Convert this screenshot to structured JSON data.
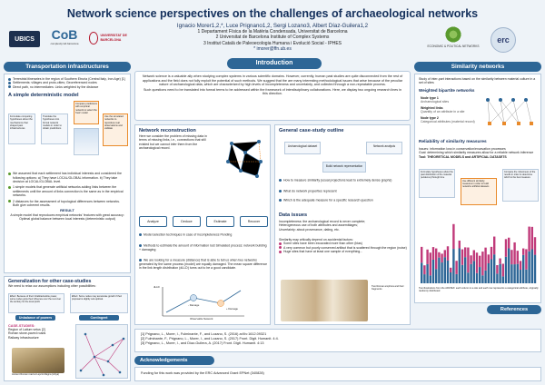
{
  "header": {
    "title": "Network science perspectives on the challenges of archaeological networks",
    "authors": "Ignacio Morer1,2,*, Luce Prignano1,2, Sergi Lozano3, Albert Díaz-Guilera1,2",
    "affiliations": [
      "1 Departament Física de la Matèria Condensada, Universitat de Barcelona",
      "2 Universitat de Barcelona Institute of Complex Systems",
      "3 Institut Català de Paleoecologia Humana i Evolució Social - IPHES",
      "* imorer@ffn.ub.es"
    ],
    "logos": {
      "ubics": "UBICS",
      "cob": "CoB",
      "cob_sub": "complexity lab barcelona",
      "ub": "UNIVERSITAT DE BARCELONA",
      "epn": "ECONOMIC & POLITICAL NETWORKS",
      "erc": "erc"
    }
  },
  "intro": {
    "title": "Introduction",
    "p1": "Network science is a valuable ally when studying complex systems in various scientific domains. However, currently, human past studies are quite disconnected from the rest of applications and the field does not fully exploit the potential of such methods. We suggest that the are many interesting methodological issues that arise because of the peculiar nature of archaeological data, which are characterized by high levels of incompleteness and uncertainty, and collected through a non-repeatable process.",
    "p2": "Such questions need to be translated into formal terms to be addressed within the framework of interdisciplinary collaborations. Here, we display two ongoing research lines in this direction."
  },
  "transport": {
    "title": "Transportation infrastructures",
    "bullets": [
      "Terrestrial itineraries in the region of Southern Etruria (Central Italy, Iron Age) [1]",
      "Settlements: villages and proto-cities; Georeferenced nodes",
      "Direct path, no intermediates: Links weighted by the distance"
    ],
    "model_title": "A simple deterministic model",
    "node_a": "Formulate competing hypotheses about the mechanisms that shaped past infrastructures",
    "node_b": "Translate the hypotheses into formal network models in order to obtain predictions",
    "node_c": "Compare predictions with empirical network to select the 'best' model",
    "node_d": "Use the simulated networks to reproduce real observations and validate",
    "p1": "We assumed that each settlement has individual interests and considered the following options: a) They have LOCAL/GLOBAL information. b) They take decision at LOCAL/GLOBAL level.",
    "p2": "1 simple models that generate artificial networks adding links between the settlements until the amount of links connection is the same as in the empirical networks.",
    "p3": "2 distances for the assessment of topological differences between networks. Both give coherent results.",
    "result_label": "RESULT",
    "result": "A simple model that reproduces empirical networks' features with great accuracy: Optimal global balance between local interests (deterministic output)"
  },
  "generalization": {
    "title": "Generalization for other case-studies",
    "sub": "We need to relax our assumptions including other possibilities:",
    "effect": "Effect: Because of their inhabitants/elite power, some nodes grow their influence over the rest over the territory for the local profit.",
    "flexibility": "Flexibility: as a function of their different arch. attachment mechanisms. some local adjustment mechanisms may act.",
    "power_label": "Unbalance of powers",
    "circ_text": "Effect: Some nodes may accelerate growth if their proposal is slightly sub-optimal.",
    "circ_text2": "Historical: as some travel paths in time a predominance the parameter in the search for the optimal line.",
    "circ_label": "Contingent circumstances",
    "cases_label": "CASE-STUDIES:",
    "cases": [
      "Region of Latium vetus [2]",
      "Roman stone-paved roads",
      "Railway infrastructure"
    ],
    "photo_caption": "Ancient Roman road at Lepcis Magna (Libya)"
  },
  "reconstruction": {
    "title": "Network reconstruction",
    "text": "Here we consider the problem of missing data in terms of missing links, i.e., connections that still existed but we cannot infer them from the archaeological record.",
    "steps": [
      "Analyze",
      "Deduce",
      "Estimate",
      "Recover"
    ],
    "b1": "Model selection techniques in case of incompleteness Pending",
    "b2": "Methods to estimate the amount of information lost Simulated process: network building + damaging",
    "b3": "We are looking for a measure (distance) that is able to tell us when two networks generated by the same process (model) are equally damaged. The mean square difference in the link length distribution (dLLD) turns out to be a good candidate.",
    "axis_x": "Observable Network",
    "axis_y": "Damage",
    "damage_minus": "- Damage",
    "damage_plus": "+ Damage",
    "axis_label": "dLLD"
  },
  "case_study": {
    "title": "General case-study outline",
    "node_arch": "Archaeological dataset",
    "node_net": "Network analysis",
    "node_build": "Build network representation",
    "q1": "How to measure similarity (usual projections lead to extremely dense graphs)",
    "q2": "What do network properties represent",
    "q3": "Which is the adequate measure for a specific research question",
    "data_title": "Data issues",
    "incompleteness": "Incompleteness: the archaeological record is never complete;",
    "heterogeneous": "Heterogeneous use of both attributes and assemblages;",
    "uncertainty": "Uncertainty: about provenance, dating, etc.",
    "similarity_intro": "Similarity may critically depend on accidental factors:",
    "factors": [
      "Some sites have been excavated more than other (bias)",
      "A very common but poorly conserved artifact that is scattered through the region (noise)",
      "Huge sites that have at least one sample of everything..."
    ],
    "pottery_caption": "Two Roman amphora and their fragments"
  },
  "similarity": {
    "title": "Similarity networks",
    "intro": "Study of inter-part interactions based on the similarity between material culture in a set of sites",
    "bipartite_title": "Weighted bipartite networks",
    "node_type1": "Node type 1",
    "node_type1_desc": "Archaeological sites",
    "weighted_links": "Weighted links",
    "weighted_links_desc": "Quantity of an attribute in a site",
    "node_type2": "Node type 2",
    "node_type2_desc": "Categorical attributes (material record)",
    "reliability_title": "Reliability of similarity measures",
    "issues": "Issues: information loss in conservation/excavation processes",
    "goal": "Goal: determining which similarity measures allow for a reliable network inference",
    "tool": "Tool: THEORETICAL MODELS and ARTIFICIAL DATASETS",
    "flow_a": "Formulate hypotheses about the past distribution of the material (evidence) through time",
    "flow_b": "Use different similarity measures in order to build networks artificial datasets",
    "flow_c": "Compare the robustness of the results in order to determine which is the best measure",
    "figure_caption": "Two illustrations from the ARATEX: each column is a site and each row represents a categorical attribute, originally randomly distributed"
  },
  "references": {
    "title": "References",
    "items": [
      "[1] Prignano, L., Morer, I., Fulminante, F., and Lozano, S. (2016) arXiv:1612.09321",
      "[2] Fulminante, F., Prignano, L., Morer, I., and Lozano, S. (2017) Front. Digit. Humanit. 4:4.",
      "[3] Prignano, L., Morer, I., and Díaz-Guilera, A. (2017) Front. Digit. Humanit. 4:13"
    ]
  },
  "acknowledgements": {
    "title": "Acknowledgements",
    "text": "Funding for this work was provided by the ERC Advanced Grant EPNet (340828)"
  },
  "colors": {
    "panel": "#2d6696",
    "accent_green": "#5a9a2e",
    "accent_orange": "#e98a2a",
    "accent_pink": "#c03a7a"
  }
}
